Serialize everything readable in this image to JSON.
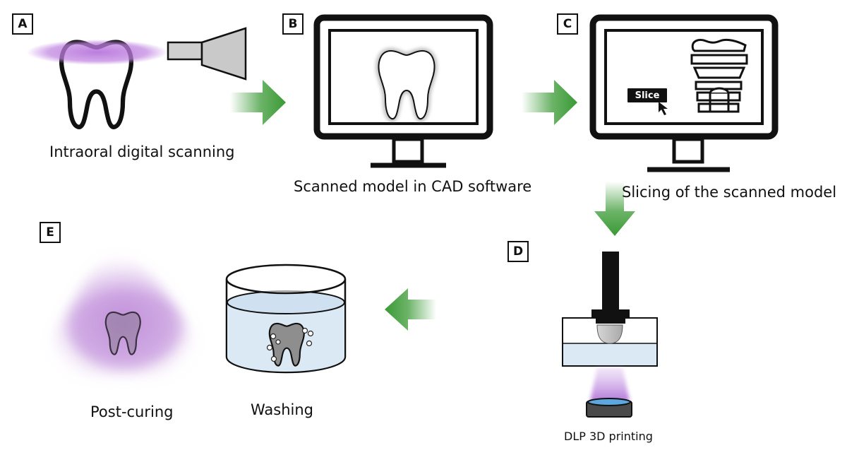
{
  "panels": {
    "a": "A",
    "b": "B",
    "c": "C",
    "d": "D",
    "e": "E"
  },
  "captions": {
    "a": "Intraoral digital scanning",
    "b": "Scanned model in CAD software",
    "c": "Slicing of the scanned model",
    "d": "DLP 3D printing",
    "e_cure": "Post-curing",
    "e_wash": "Washing"
  },
  "slice_button": "Slice",
  "colors": {
    "arrow_green": "#3a9a35",
    "uv_purple": "#b066d9",
    "liquid_blue": "#dbe9f5",
    "outline": "#111111"
  }
}
